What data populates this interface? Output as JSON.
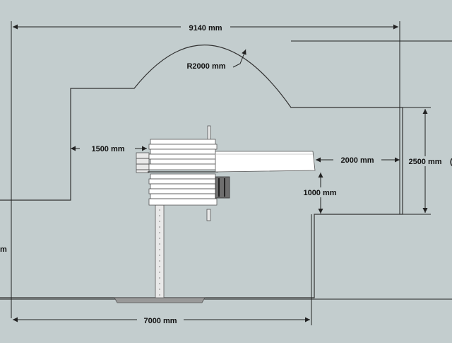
{
  "background_color": "#c3cdce",
  "dimensions": {
    "overall_width": "9140 mm",
    "radius": "R2000 mm",
    "left_clearance": "1500 mm",
    "slide_clearance": "2000 mm",
    "side_depth": "2500 mm",
    "slide_height": "1000 mm",
    "base_width": "7000 mm",
    "left_cut_label": "m",
    "right_cut_label": "("
  },
  "icons": {
    "playset": "playset-icon",
    "slide": "slide-icon",
    "swing_beam": "swing-beam-icon",
    "ladder": "ladder-icon",
    "climbing_wall": "climbing-wall-icon"
  }
}
